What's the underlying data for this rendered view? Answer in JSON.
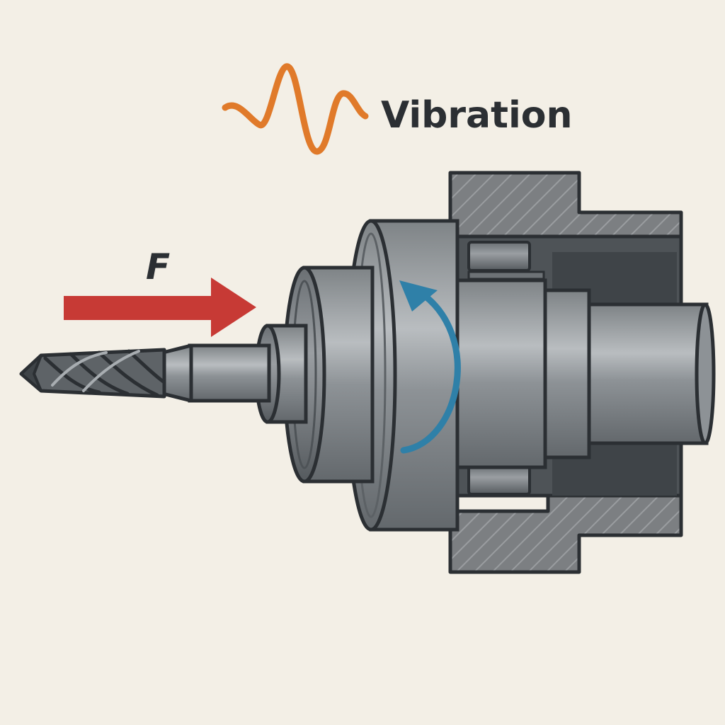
{
  "labels": {
    "vibration": "Vibration",
    "force": "F"
  },
  "colors": {
    "background": "#f3efe6",
    "vibration_wave": "#e07a2a",
    "force_arrow": "#c73a35",
    "rotation_arrow": "#2f80a8",
    "outline": "#2b2f33",
    "steel": "#8d9296",
    "housing": "#7c7f82"
  },
  "icons": {
    "wave": "vibration-wave-icon",
    "force": "force-arrow",
    "rotation": "rotation-arrow"
  }
}
